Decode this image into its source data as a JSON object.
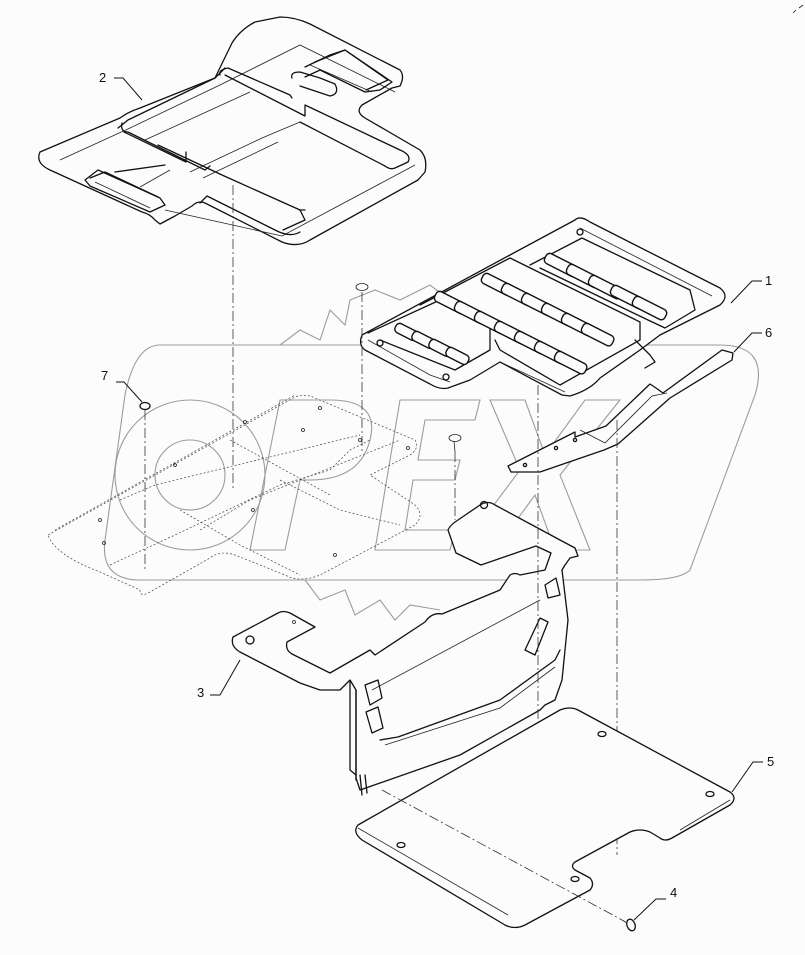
{
  "diagram": {
    "type": "exploded-parts-view",
    "watermark": "OPEX",
    "colors": {
      "background": "#fbfcfb",
      "line": "#111111",
      "watermark": "#9c9c9c"
    },
    "callouts": [
      {
        "id": "1",
        "label": "1",
        "part": "seat-mat-with-grip-pads"
      },
      {
        "id": "2",
        "label": "2",
        "part": "upper-floor-mat"
      },
      {
        "id": "3",
        "label": "3",
        "part": "support-bracket-panel"
      },
      {
        "id": "4",
        "label": "4",
        "part": "push-rivet"
      },
      {
        "id": "5",
        "label": "5",
        "part": "floor-plate"
      },
      {
        "id": "6",
        "label": "6",
        "part": "strap-bracket"
      },
      {
        "id": "7",
        "label": "7",
        "part": "plug-cap"
      }
    ]
  }
}
